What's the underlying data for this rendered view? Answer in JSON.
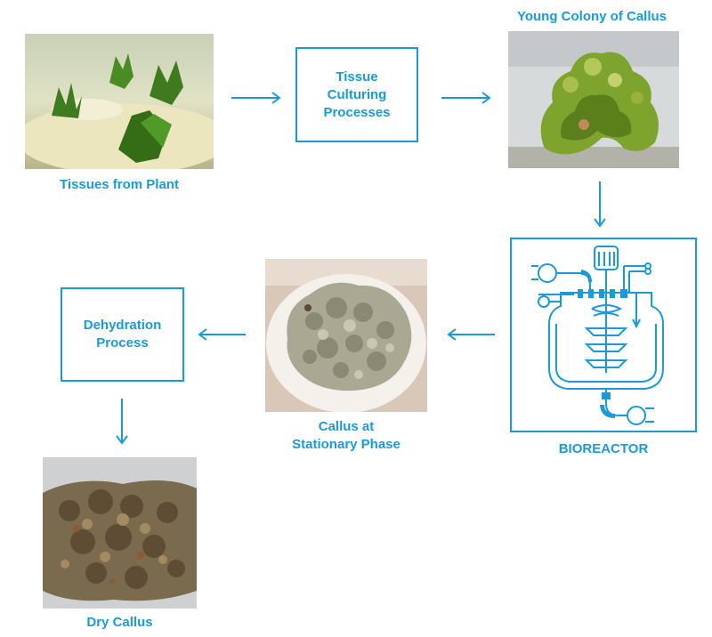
{
  "colors": {
    "accent": "#1a9bd7"
  },
  "tissues_caption": "Tissues from Plant",
  "young_colony_caption": "Young Colony of Callus",
  "tissue_culturing_box": "Tissue\nCulturing\nProcesses",
  "bioreactor_caption": "BIOREACTOR",
  "callus_stationary_caption": "Callus at\nStationary Phase",
  "dehydration_box": "Dehydration\nProcess",
  "dry_callus_caption": "Dry Callus"
}
